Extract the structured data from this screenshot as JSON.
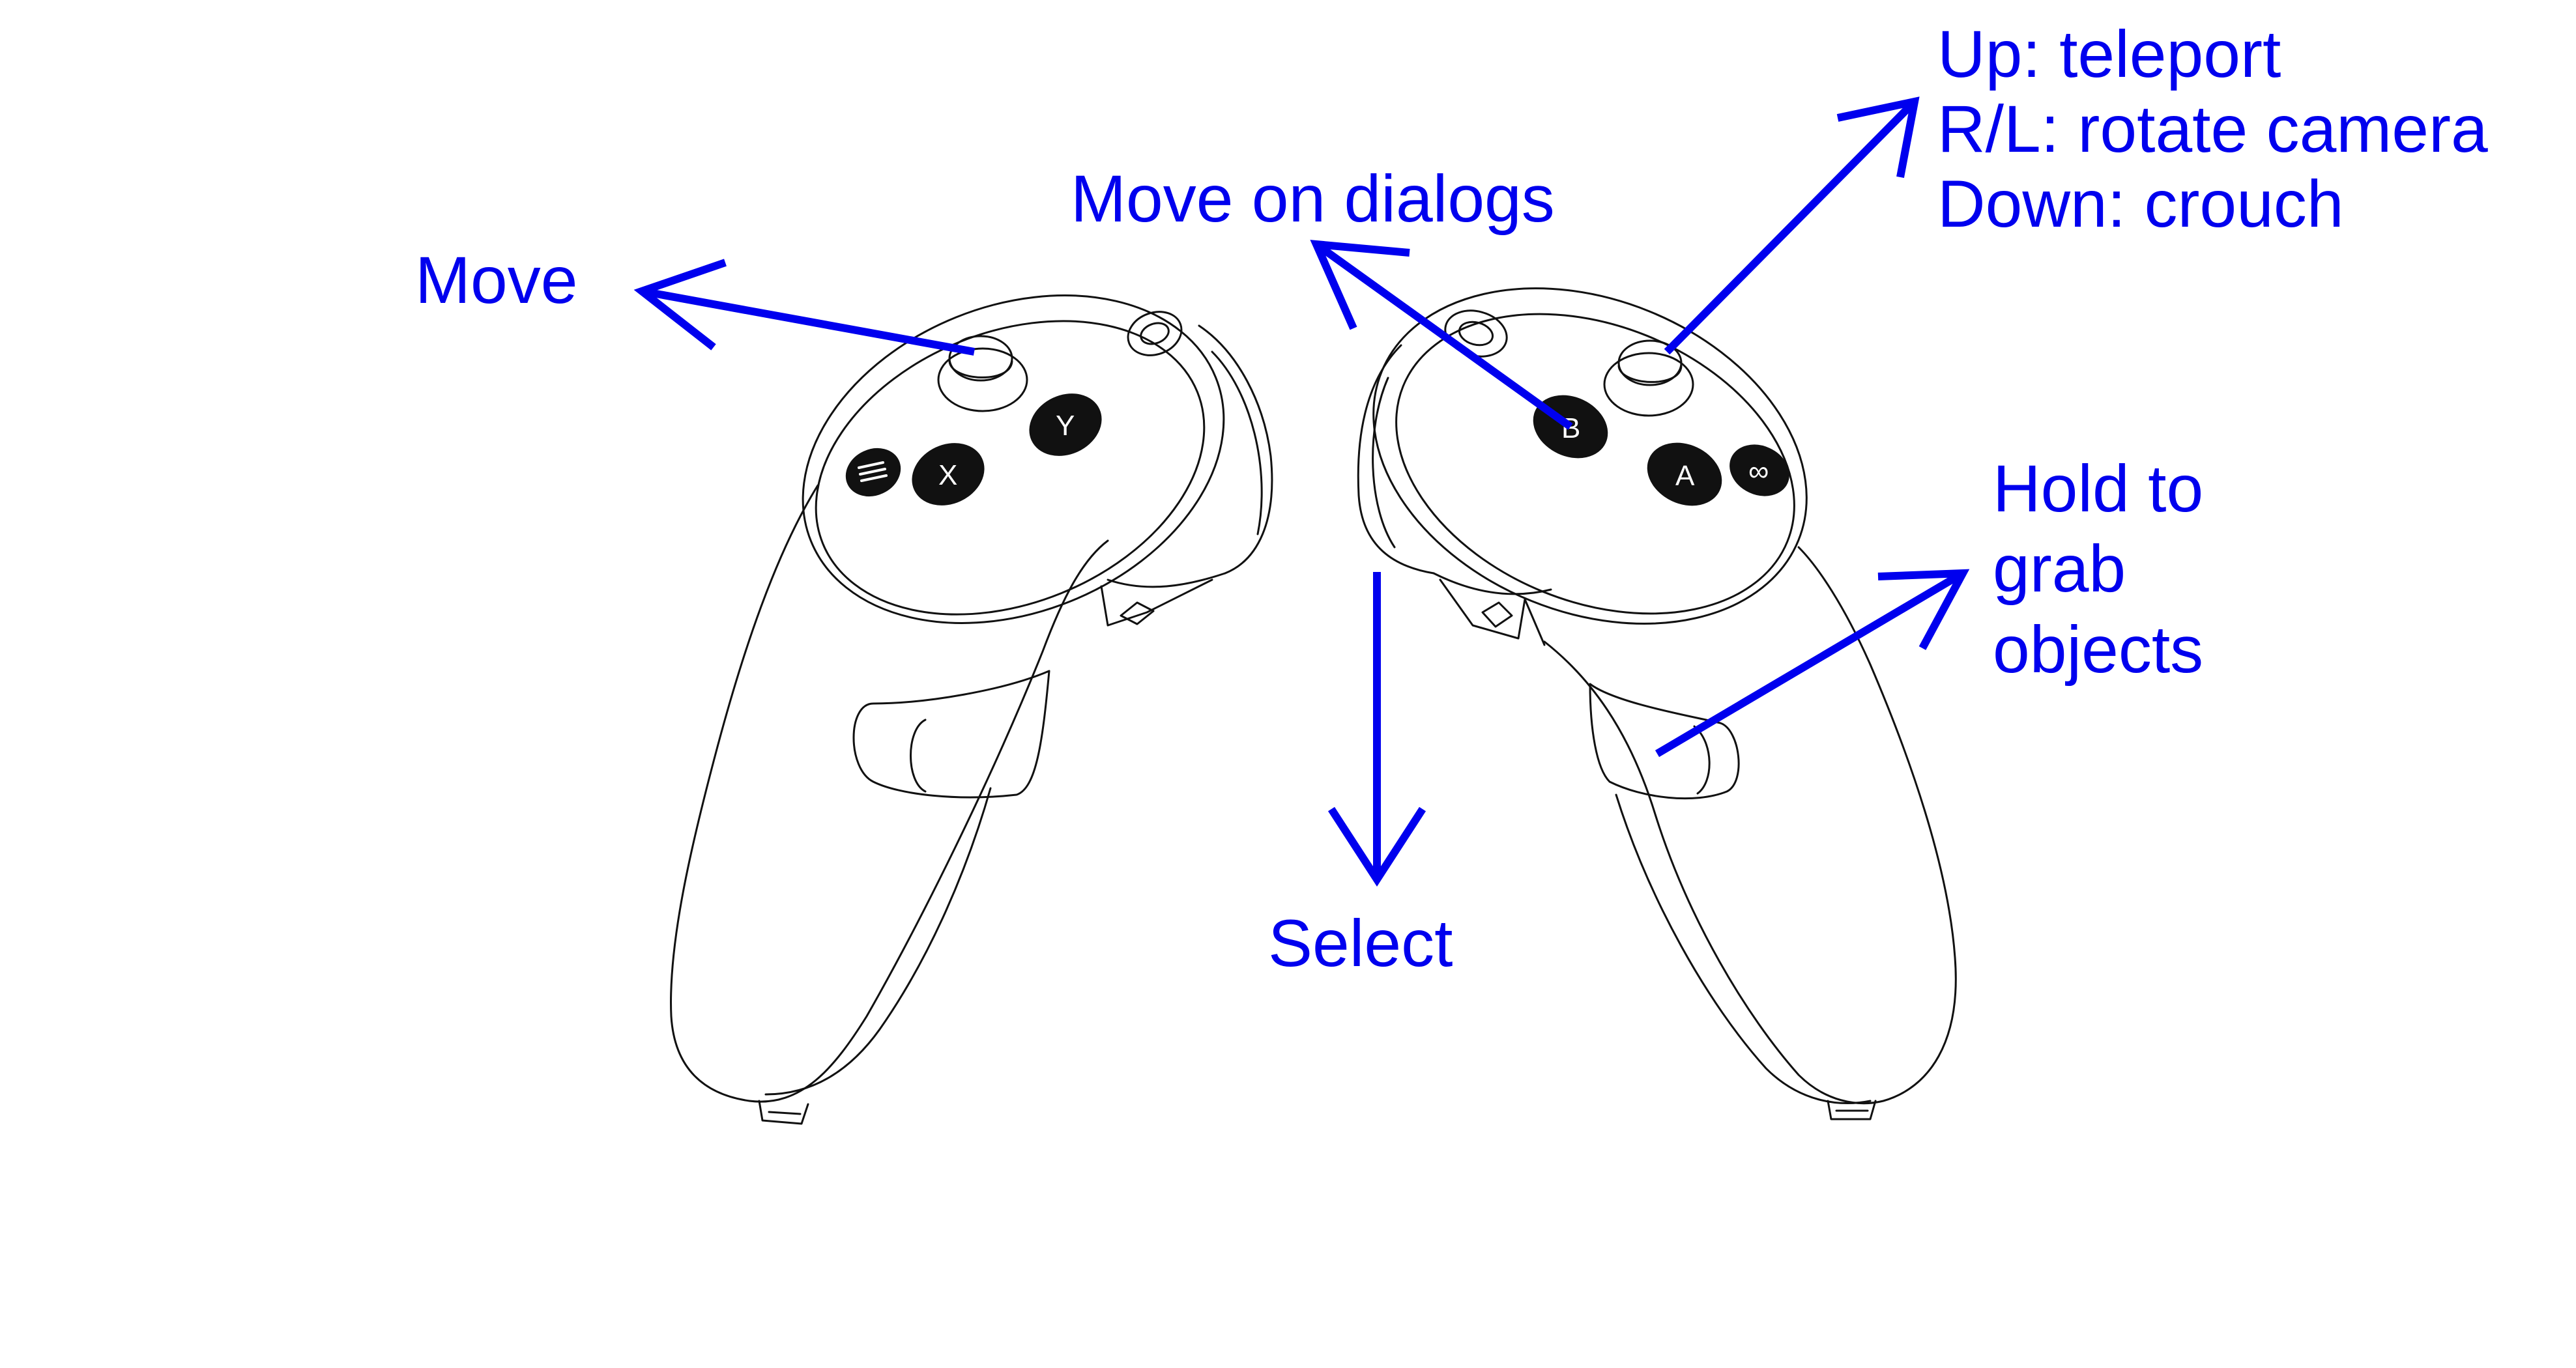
{
  "colors": {
    "annotation": "#0000ee",
    "outline": "#111111",
    "background": "#ffffff"
  },
  "labels": {
    "move": "Move",
    "move_on_dialogs": "Move on dialogs",
    "thumbstick_right": [
      "Up: teleport",
      "R/L: rotate camera",
      "Down: crouch"
    ],
    "select": "Select",
    "grab": [
      "Hold to",
      "grab",
      "objects"
    ]
  },
  "buttons": {
    "left": {
      "menu": "≡",
      "x": "X",
      "y": "Y"
    },
    "right": {
      "a": "A",
      "b": "B",
      "meta": "∞"
    }
  }
}
